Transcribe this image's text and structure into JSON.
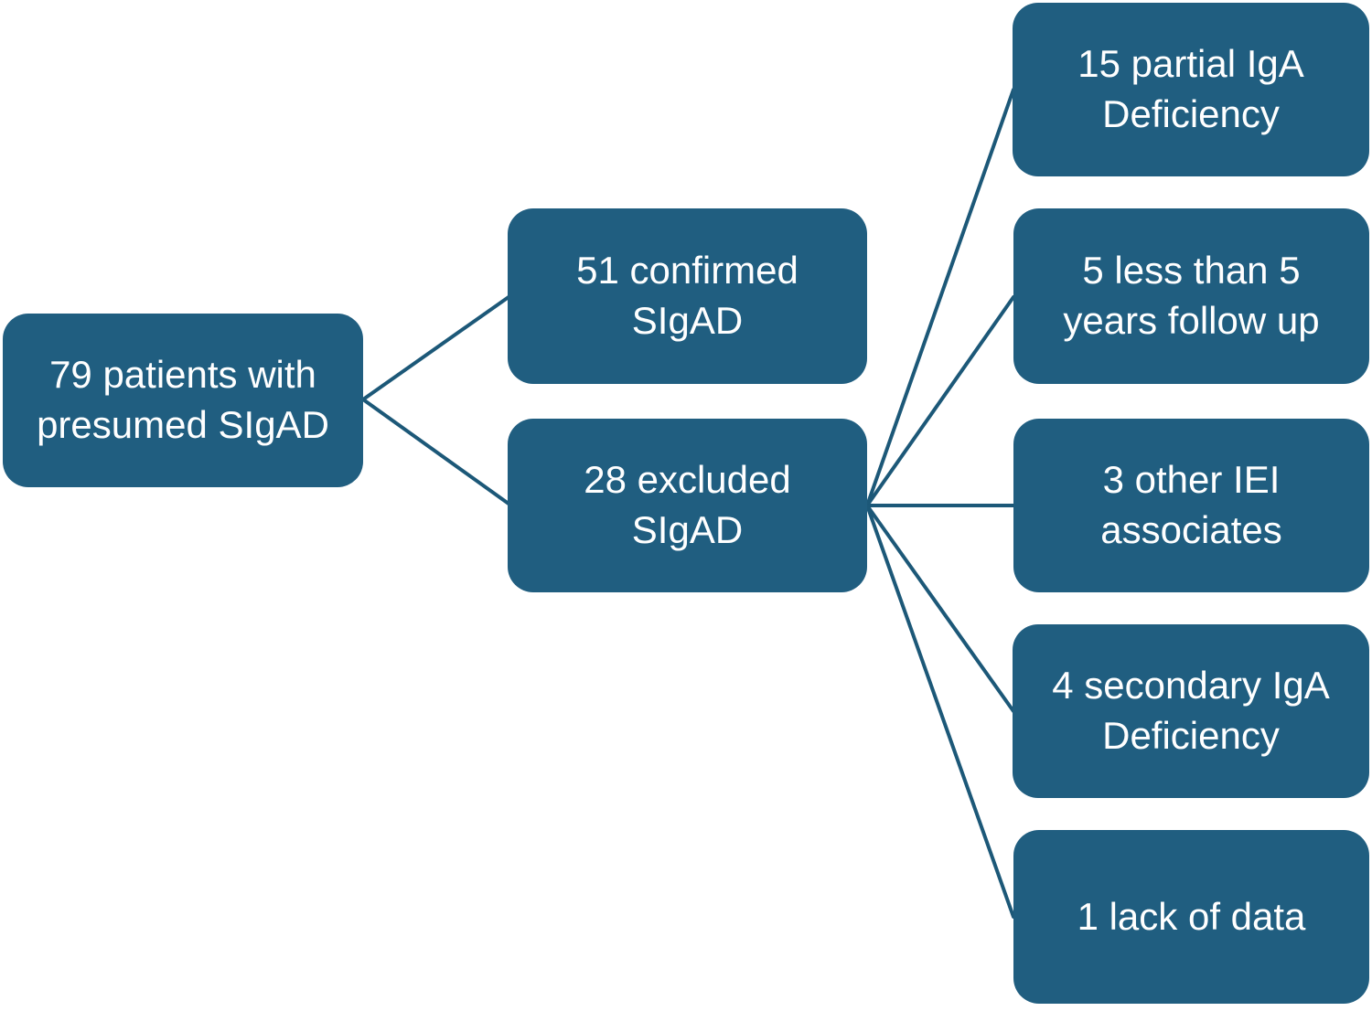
{
  "colors": {
    "node_fill": "#205E80",
    "node_text": "#FFFFFF",
    "connector": "#1C5878",
    "canvas_bg": "#FFFFFF"
  },
  "diagram": {
    "type": "flowchart",
    "root": {
      "id": "root",
      "label": "79 patients with\npresumed SIgAD"
    },
    "level1": [
      {
        "id": "confirmed",
        "label": "51 confirmed\nSIgAD"
      },
      {
        "id": "excluded",
        "label": "28 excluded\nSIgAD"
      }
    ],
    "level2": [
      {
        "id": "partial",
        "label": "15 partial IgA\nDeficiency"
      },
      {
        "id": "followup",
        "label": "5 less than 5\nyears follow up"
      },
      {
        "id": "iei",
        "label": "3 other IEI\nassociates"
      },
      {
        "id": "secondary",
        "label": "4 secondary IgA\nDeficiency"
      },
      {
        "id": "lack",
        "label": "1 lack of data"
      }
    ],
    "edges": [
      {
        "from": "root",
        "to": "confirmed"
      },
      {
        "from": "root",
        "to": "excluded"
      },
      {
        "from": "excluded",
        "to": "partial"
      },
      {
        "from": "excluded",
        "to": "followup"
      },
      {
        "from": "excluded",
        "to": "iei"
      },
      {
        "from": "excluded",
        "to": "secondary"
      },
      {
        "from": "excluded",
        "to": "lack"
      }
    ]
  }
}
